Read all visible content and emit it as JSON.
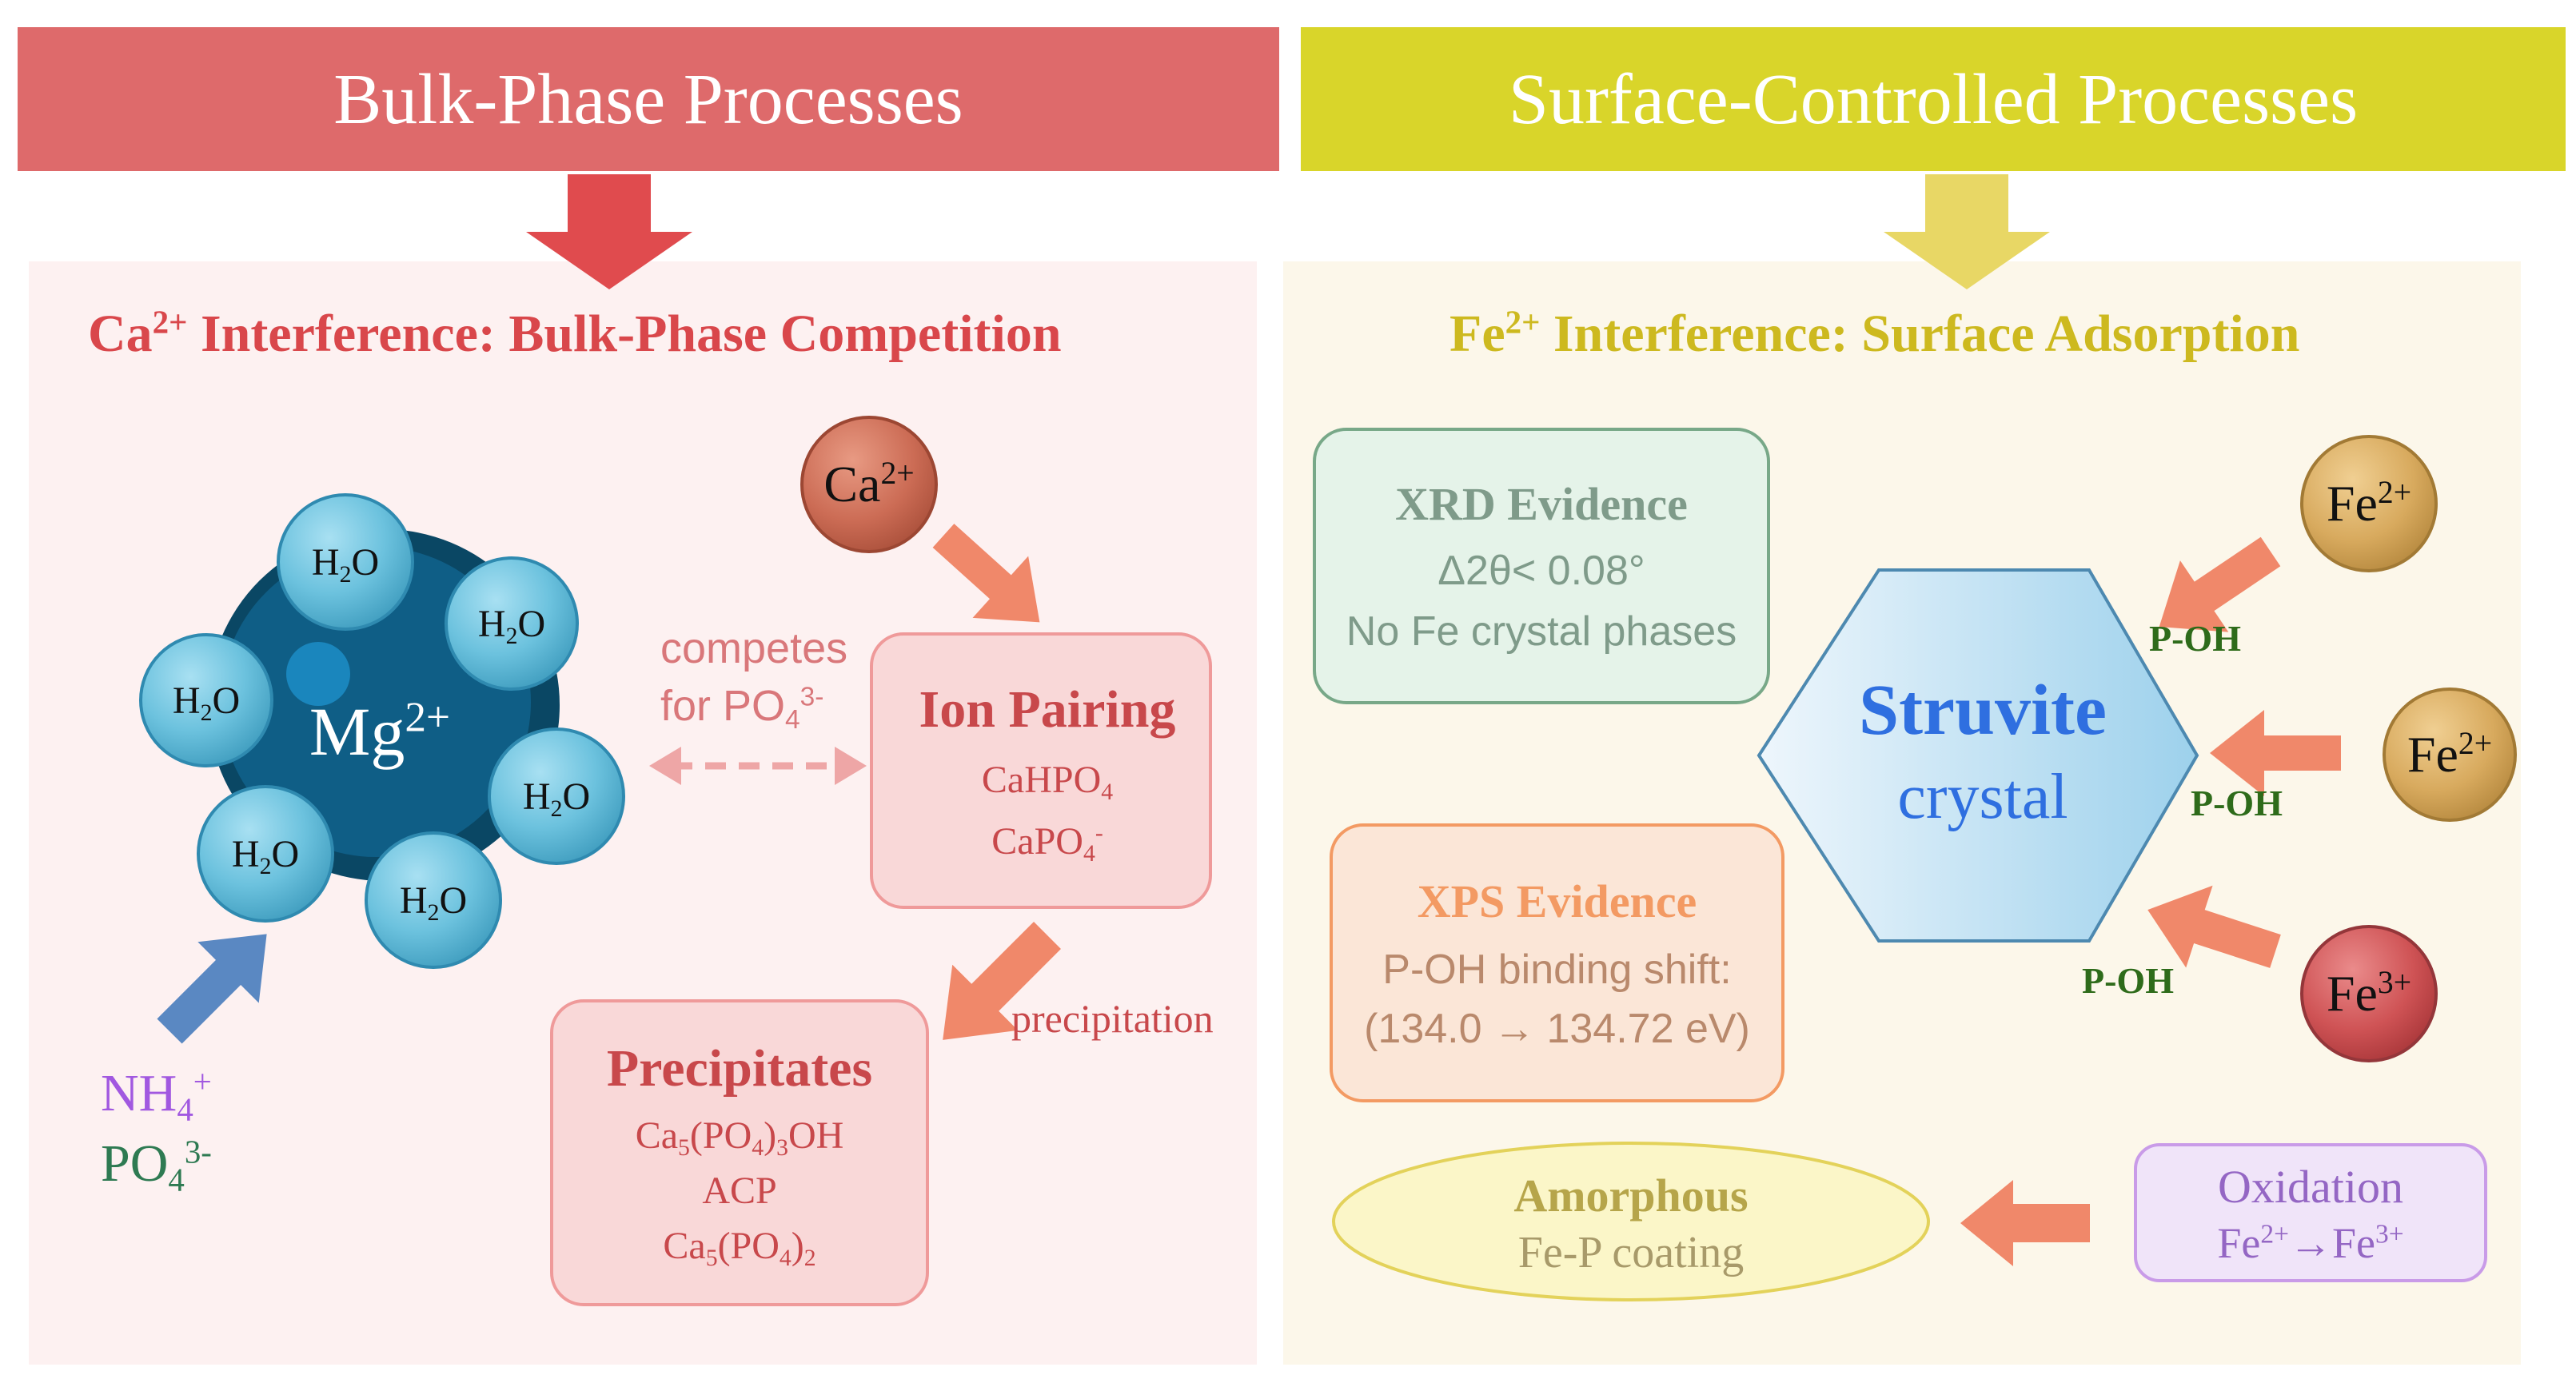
{
  "banners": {
    "left": "Bulk-Phase Processes",
    "right": "Surface-Controlled Processes"
  },
  "left_panel": {
    "title_ion": "Ca",
    "title_charge": "2+",
    "title_rest": " Interference: Bulk-Phase Competition",
    "mg_ion": "Mg",
    "mg_charge": "2+",
    "water_h": "H",
    "water_sub": "2",
    "water_o": "O",
    "ca_ion": "Ca",
    "ca_charge": "2+",
    "competes_line1": "competes",
    "competes_line2": "for PO",
    "competes_sub": "4",
    "competes_sup": "3-",
    "ion_pairing": {
      "title": "Ion Pairing",
      "item1": "CaHPO",
      "item1_sub": "4",
      "item2": "CaPO",
      "item2_sub": "4",
      "item2_sup": "-"
    },
    "precipitation_label": "precipitation",
    "precipitates": {
      "title": "Precipitates",
      "item1_a": "Ca",
      "item1_sub1": "5",
      "item1_b": "(PO",
      "item1_sub2": "4",
      "item1_c": ")",
      "item1_sub3": "3",
      "item1_d": "OH",
      "item2": "ACP",
      "item3_a": "Ca",
      "item3_sub1": "5",
      "item3_b": "(PO",
      "item3_sub2": "4",
      "item3_c": ")",
      "item3_sub3": "2"
    },
    "nh4": "NH",
    "nh4_sub": "4",
    "nh4_sup": "+",
    "po4": "PO",
    "po4_sub": "4",
    "po4_sup": "3-"
  },
  "right_panel": {
    "title_ion": "Fe",
    "title_charge": "2+",
    "title_rest": " Interference: Surface Adsorption",
    "xrd": {
      "title": "XRD Evidence",
      "line1": "Δ2θ< 0.08°",
      "line2": "No Fe crystal phases"
    },
    "xps": {
      "title": "XPS Evidence",
      "line1": "P-OH binding shift:",
      "line2": "(134.0 → 134.72 eV)"
    },
    "struvite": {
      "line1": "Struvite",
      "line2": "crystal"
    },
    "poh": "P-OH",
    "fe_ion": "Fe",
    "fe2_charge": "2+",
    "fe3_charge": "3+",
    "amorphous": {
      "line1": "Amorphous",
      "line2": "Fe-P coating"
    },
    "oxidation": {
      "title": "Oxidation",
      "fe": "Fe",
      "from_charge": "2+",
      "arrow": "→",
      "to_charge": "3+"
    }
  },
  "colors": {
    "left_banner": "#de6a6b",
    "right_banner": "#d9d52a",
    "left_title": "#d9474b",
    "right_title": "#cdb91f",
    "mg_core": "#0f5e86",
    "water": "#69bfdd",
    "arrow_salmon": "#f0886a",
    "arrow_blue": "#5a88c2",
    "ca_circle": "#c86852",
    "fe2_circle": "#d6a85c",
    "fe3_circle": "#cc5052",
    "struvite_text": "#2f6fe0",
    "poh_text": "#2e6b1a",
    "nh4_text": "#a158e0",
    "po4_text": "#2e7a52"
  }
}
